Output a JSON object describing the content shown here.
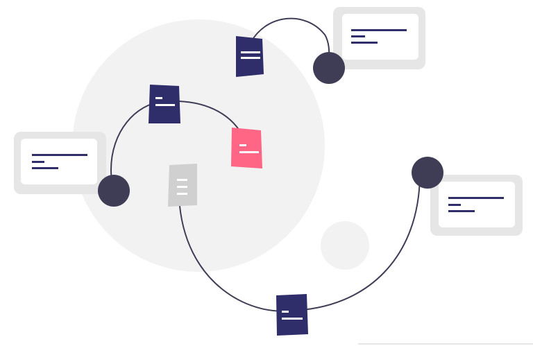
{
  "colors": {
    "background": "#ffffff",
    "backdrop_circle": "#f2f2f2",
    "card_shadow": "#e6e6e6",
    "card_face": "#ffffff",
    "text_lines": "#2f2e6b",
    "connector_line": "#3f3d56",
    "node": "#3f3d56",
    "doc_primary": "#2f2e6b",
    "doc_accent": "#ff6584",
    "doc_muted": "#d0d0d0",
    "doc_lines": "#ffffff",
    "baseline": "#e6e6e6"
  },
  "icons": {
    "document": "document-icon",
    "node": "node-dot-icon",
    "card": "text-card-icon"
  },
  "scene": {
    "document_icon_count": 5,
    "text_card_count": 3,
    "node_count": 3
  }
}
